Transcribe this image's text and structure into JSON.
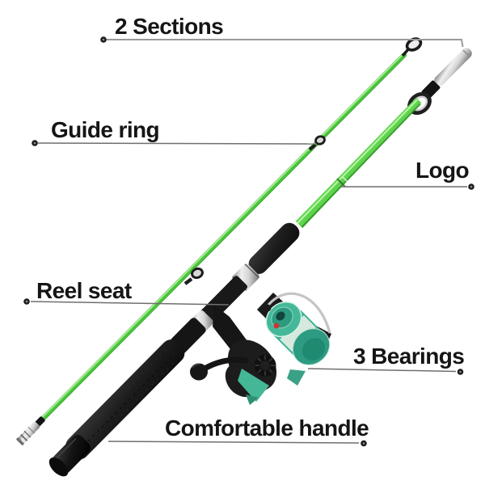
{
  "product": {
    "subject": "Two-piece fishing rod and spinning reel combo",
    "rod_color": "#5cd54b",
    "reel_accent_color": "#3fb295"
  },
  "callouts": {
    "sections": "2 Sections",
    "guide_ring": "Guide ring",
    "logo": "Logo",
    "reel_seat": "Reel seat",
    "bearings": "3 Bearings",
    "handle": "Comfortable handle"
  },
  "style": {
    "leader_line_color": "#6f6f6f",
    "label_color": "#151515",
    "background": "#ffffff"
  }
}
